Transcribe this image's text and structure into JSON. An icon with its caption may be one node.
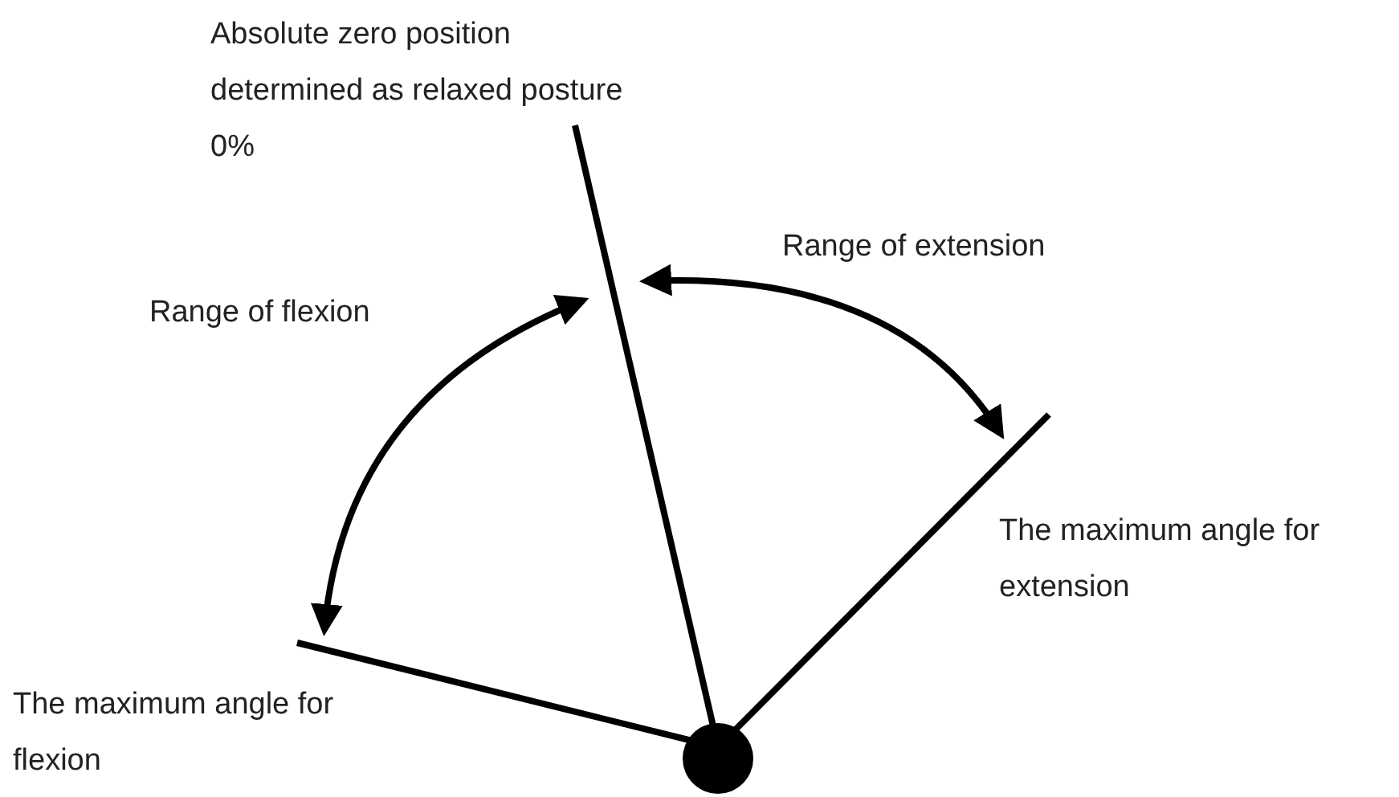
{
  "diagram": {
    "labels": [
      "Absolute zero position determined as relaxed posture",
      "0%",
      "Range of flexion",
      "Range of extension",
      "The maximum angle for extension",
      "The maximum angle for flexion"
    ]
  }
}
